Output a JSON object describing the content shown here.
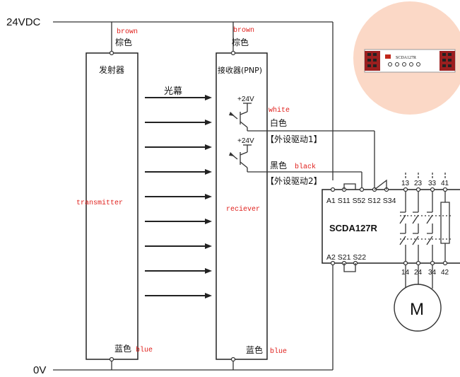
{
  "rails": {
    "top_label": "24VDC",
    "bottom_label": "0V"
  },
  "transmitter": {
    "title": "发射器",
    "brown_en": "brown",
    "brown_cn": "棕色",
    "blue_cn": "蓝色",
    "blue_en": "blue",
    "mid_label": "transmitter"
  },
  "light_curtain": {
    "label": "光幕"
  },
  "receiver": {
    "title": "接收器(PNP)",
    "brown_en": "brown",
    "brown_cn": "棕色",
    "blue_cn": "蓝色",
    "blue_en": "blue",
    "mid_label": "reciever",
    "v1": "+24V",
    "v2": "+24V",
    "white_en": "white",
    "white_cn": "白色",
    "out1": "【外设驱动1】",
    "black_cn": "黑色",
    "black_en": "black",
    "out2": "【外设驱动2】"
  },
  "relay": {
    "name": "SCDA127R",
    "terms_top": "A1 S11 S52 S12 S34",
    "terms_bottom": "A2  S21 S22",
    "contacts_top": [
      "13",
      "23",
      "33",
      "41"
    ],
    "contacts_bottom": [
      "14",
      "24",
      "34",
      "42"
    ]
  },
  "motor": {
    "label": "M"
  },
  "inset": {
    "label": "SCDA127R"
  }
}
